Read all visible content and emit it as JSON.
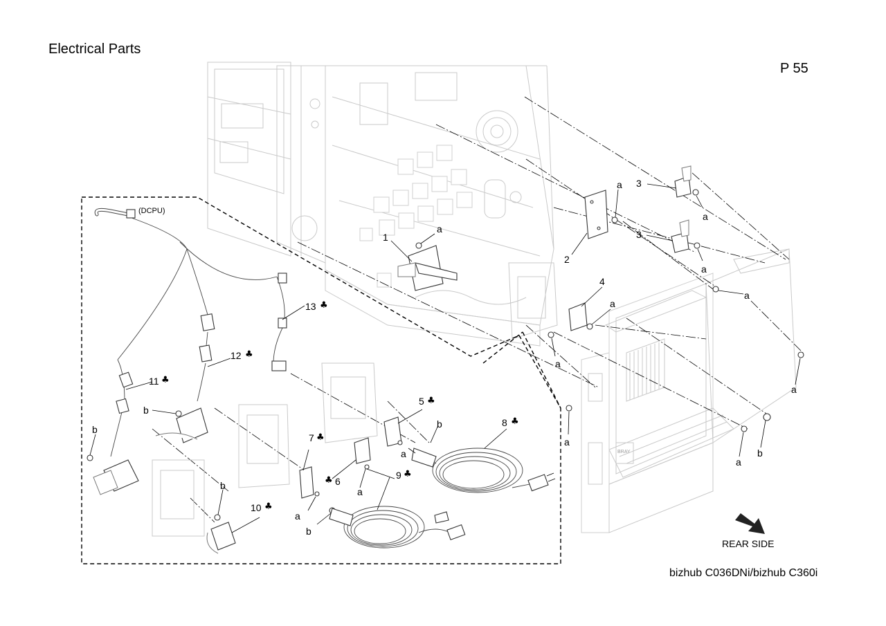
{
  "header": {
    "title": "Electrical Parts",
    "page_number": "P 55"
  },
  "footer": {
    "model": "bizhub C036DNi/bizhub C360i"
  },
  "diagram": {
    "direction_label": "REAR SIDE",
    "connector_label": "(DCPU)",
    "club_symbol": "♣",
    "callouts": {
      "p1": "1",
      "p2": "2",
      "p3a": "3",
      "p3b": "3",
      "p4": "4",
      "p5": "5",
      "p6": "6",
      "p7": "7",
      "p8": "8",
      "p9": "9",
      "p10": "10",
      "p11": "11",
      "p12": "12",
      "p13": "13"
    },
    "screw_labels": {
      "a": "a",
      "b": "b"
    }
  }
}
